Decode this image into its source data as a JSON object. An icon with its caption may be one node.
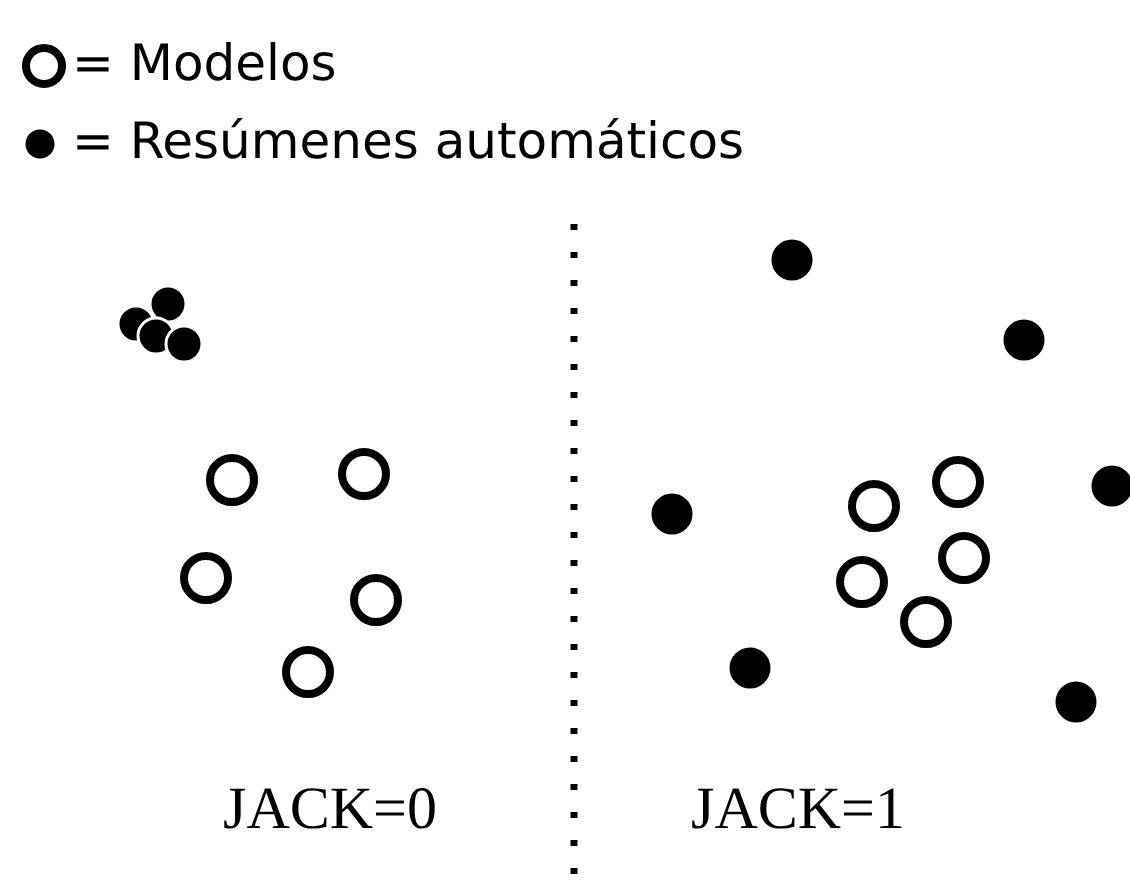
{
  "diagram": {
    "labels": [
      "JACK=0",
      "JACK=1"
    ],
    "legend": [
      {
        "text": "= Modelos"
      },
      {
        "text": "= Resúmenes automáticos"
      }
    ]
  }
}
